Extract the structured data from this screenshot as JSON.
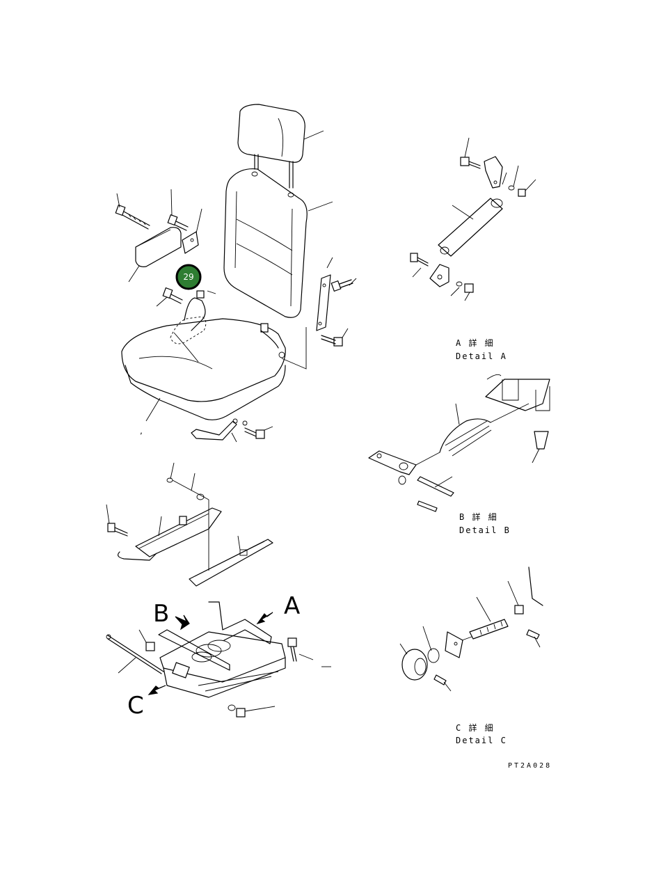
{
  "diagram": {
    "view_letters": {
      "a": "A",
      "b": "B",
      "c": "C"
    },
    "callouts": [
      {
        "id": "29",
        "label": "29"
      }
    ],
    "detail_a": {
      "jp": "A 詳 細",
      "en": "Detail A"
    },
    "detail_b": {
      "jp": "B 詳 細",
      "en": "Detail B"
    },
    "detail_c": {
      "jp": "C 詳 細",
      "en": "Detail C"
    },
    "drawing_code": "PT2A028"
  }
}
